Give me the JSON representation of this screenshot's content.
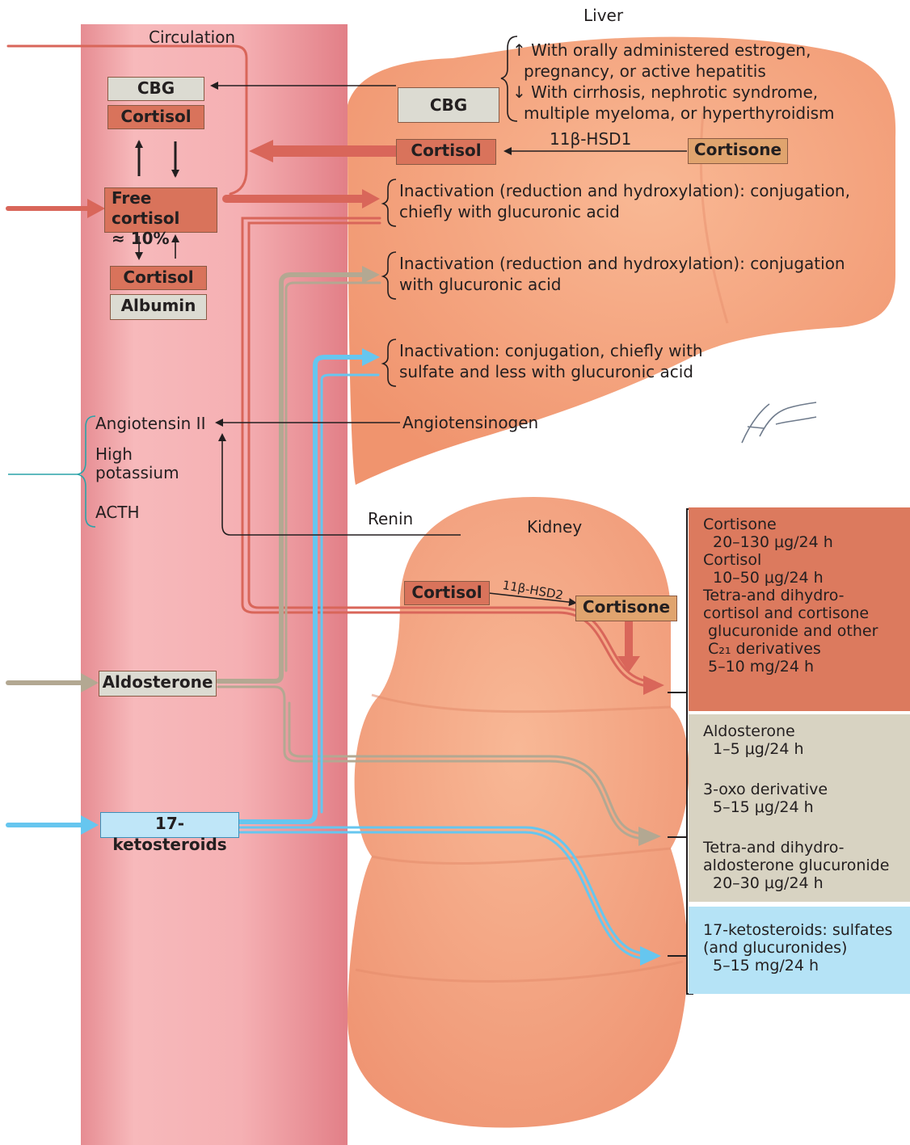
{
  "colors": {
    "circulation": "#f2a2a4",
    "liver": "#f4a27e",
    "kidney": "#f3a582",
    "cortisol_path": "#d9665a",
    "aldosterone_path": "#b3a892",
    "ketosteroid_path": "#66c6ef",
    "control_bracket": "#2aa3a8",
    "cortisol_panel": "#dc7a5e",
    "aldosterone_panel": "#d8d3c2",
    "ketosteroid_panel": "#b5e3f6"
  },
  "labels": {
    "liver": "Liver",
    "circulation": "Circulation",
    "kidney": "Kidney",
    "renin": "Renin",
    "hsd1": "11β-HSD1",
    "hsd2": "11β-HSD2",
    "angiotensinogen": "Angiotensinogen"
  },
  "circulation_boxes": {
    "cbg_top": "CBG",
    "cortisol_bottom": "Cortisol",
    "free_cortisol_line1": "Free cortisol",
    "free_cortisol_line2": "≈ 10%",
    "cortisol_top": "Cortisol",
    "albumin_bottom": "Albumin",
    "aldosterone": "Aldosterone",
    "ketosteroids": "17-ketosteroids"
  },
  "liver_boxes": {
    "cbg": "CBG",
    "cortisol": "Cortisol",
    "cortisone": "Cortisone"
  },
  "kidney_boxes": {
    "cortisol": "Cortisol",
    "cortisone": "Cortisone"
  },
  "cbg_notes": {
    "up_line1": "↑ With orally administered estrogen,",
    "up_line2": "pregnancy, or active hepatitis",
    "down_line1": "↓ With cirrhosis, nephrotic syndrome,",
    "down_line2": "multiple myeloma, or hyperthyroidism"
  },
  "inactivation": {
    "cortisol_line1": "Inactivation (reduction and hydroxylation): conjugation,",
    "cortisol_line2": "chiefly with glucuronic acid",
    "aldosterone_line1": "Inactivation (reduction and hydroxylation): conjugation",
    "aldosterone_line2": "with glucuronic acid",
    "ketosteroid_line1": "Inactivation: conjugation, chiefly with",
    "ketosteroid_line2": "sulfate and less with glucuronic acid"
  },
  "controls": {
    "angiotensin": "Angiotensin II",
    "potassium_line1": "High",
    "potassium_line2": "potassium",
    "acth": "ACTH"
  },
  "urine_panels": {
    "cortisol": [
      "Cortisone",
      "20–130 μg/24 h",
      "Cortisol",
      "10–50 μg/24 h",
      "Tetra-and dihydro-",
      "cortisol and cortisone",
      "glucuronide and other",
      "C₂₁ derivatives",
      "5–10 mg/24 h"
    ],
    "aldosterone": [
      "Aldosterone",
      "1–5 μg/24 h",
      "3-oxo derivative",
      "5–15 μg/24 h",
      "Tetra-and dihydro-",
      "aldosterone glucuronide",
      "20–30 μg/24 h"
    ],
    "ketosteroids": [
      "17-ketosteroids: sulfates",
      "(and glucuronides)",
      "5–15 mg/24 h"
    ]
  },
  "signature": "F. Netter M.D."
}
